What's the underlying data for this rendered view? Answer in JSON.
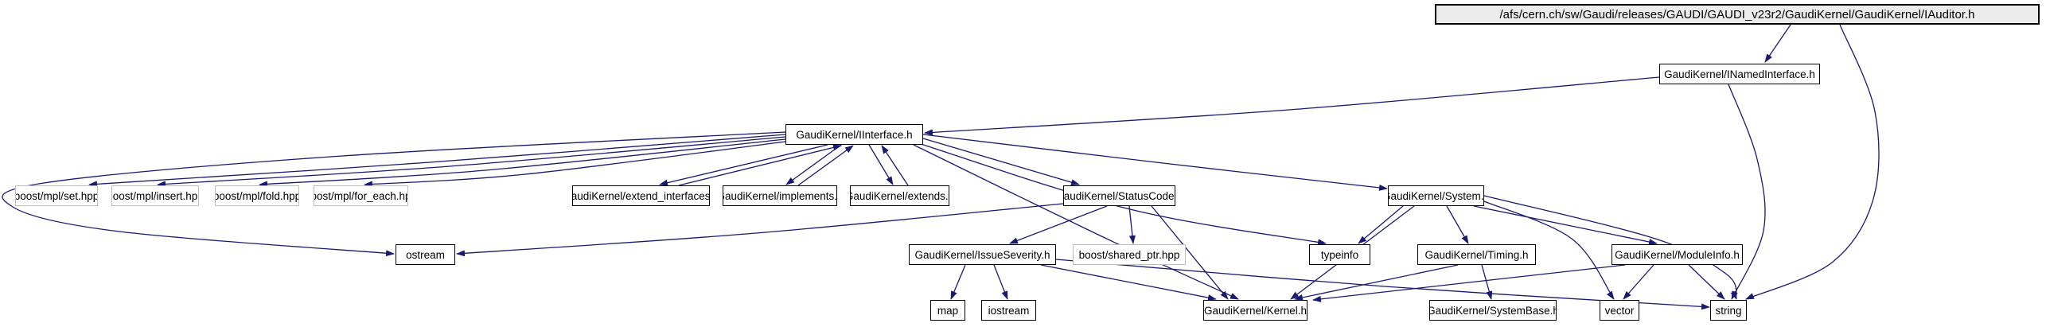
{
  "graph": {
    "kind": "doxygen-include-dependency-graph",
    "colors": {
      "edge": "#191970",
      "node_border": "#000000",
      "external_border": "#bfbfbf",
      "current_fill": "#ececec",
      "node_fill": "#ffffff",
      "text": "#000000",
      "background": "#ffffff"
    },
    "nodes": [
      {
        "id": "iauditor",
        "label": "/afs/cern.ch/sw/Gaudi/releases/GAUDI/GAUDI_v23r2/GaudiKernel/GaudiKernel/IAuditor.h",
        "kind": "current",
        "interactable": false
      },
      {
        "id": "inamed",
        "label": "GaudiKernel/INamedInterface.h",
        "kind": "internal",
        "interactable": true
      },
      {
        "id": "iface",
        "label": "GaudiKernel/IInterface.h",
        "kind": "internal",
        "interactable": true
      },
      {
        "id": "set",
        "label": "boost/mpl/set.hpp",
        "kind": "external",
        "interactable": false
      },
      {
        "id": "insert",
        "label": "boost/mpl/insert.hpp",
        "kind": "external",
        "interactable": false
      },
      {
        "id": "fold",
        "label": "boost/mpl/fold.hpp",
        "kind": "external",
        "interactable": false
      },
      {
        "id": "foreach",
        "label": "boost/mpl/for_each.hpp",
        "kind": "external",
        "interactable": false
      },
      {
        "id": "extint",
        "label": "GaudiKernel/extend_interfaces.h",
        "kind": "internal",
        "interactable": true
      },
      {
        "id": "impl",
        "label": "GaudiKernel/implements.h",
        "kind": "internal",
        "interactable": true
      },
      {
        "id": "ext",
        "label": "GaudiKernel/extends.h",
        "kind": "internal",
        "interactable": true
      },
      {
        "id": "status",
        "label": "GaudiKernel/StatusCode.h",
        "kind": "internal",
        "interactable": true
      },
      {
        "id": "system",
        "label": "GaudiKernel/System.h",
        "kind": "internal",
        "interactable": true
      },
      {
        "id": "ostream",
        "label": "ostream",
        "kind": "std",
        "interactable": false
      },
      {
        "id": "issue",
        "label": "GaudiKernel/IssueSeverity.h",
        "kind": "internal",
        "interactable": true
      },
      {
        "id": "sharedptr",
        "label": "boost/shared_ptr.hpp",
        "kind": "external",
        "interactable": false
      },
      {
        "id": "typeinfo",
        "label": "typeinfo",
        "kind": "std",
        "interactable": false
      },
      {
        "id": "timing",
        "label": "GaudiKernel/Timing.h",
        "kind": "internal",
        "interactable": true
      },
      {
        "id": "modinfo",
        "label": "GaudiKernel/ModuleInfo.h",
        "kind": "internal",
        "interactable": true
      },
      {
        "id": "map",
        "label": "map",
        "kind": "std",
        "interactable": false
      },
      {
        "id": "iostream",
        "label": "iostream",
        "kind": "std",
        "interactable": false
      },
      {
        "id": "kernel",
        "label": "GaudiKernel/Kernel.h",
        "kind": "internal",
        "interactable": true
      },
      {
        "id": "sysbase",
        "label": "GaudiKernel/SystemBase.h",
        "kind": "internal",
        "interactable": true
      },
      {
        "id": "vector",
        "label": "vector",
        "kind": "std",
        "interactable": false
      },
      {
        "id": "string",
        "label": "string",
        "kind": "std",
        "interactable": false
      }
    ],
    "edges": [
      {
        "from": "iauditor",
        "to": "inamed"
      },
      {
        "from": "iauditor",
        "to": "string"
      },
      {
        "from": "inamed",
        "to": "iface"
      },
      {
        "from": "inamed",
        "to": "string"
      },
      {
        "from": "iface",
        "to": "set"
      },
      {
        "from": "iface",
        "to": "insert"
      },
      {
        "from": "iface",
        "to": "fold"
      },
      {
        "from": "iface",
        "to": "foreach"
      },
      {
        "from": "iface",
        "to": "ostream"
      },
      {
        "from": "iface",
        "to": "extint"
      },
      {
        "from": "extint",
        "to": "iface"
      },
      {
        "from": "iface",
        "to": "impl"
      },
      {
        "from": "impl",
        "to": "iface"
      },
      {
        "from": "iface",
        "to": "ext"
      },
      {
        "from": "ext",
        "to": "iface"
      },
      {
        "from": "iface",
        "to": "status"
      },
      {
        "from": "iface",
        "to": "typeinfo"
      },
      {
        "from": "iface",
        "to": "system"
      },
      {
        "from": "iface",
        "to": "kernel"
      },
      {
        "from": "status",
        "to": "ostream"
      },
      {
        "from": "status",
        "to": "issue"
      },
      {
        "from": "status",
        "to": "sharedptr"
      },
      {
        "from": "status",
        "to": "kernel"
      },
      {
        "from": "issue",
        "to": "map"
      },
      {
        "from": "issue",
        "to": "iostream"
      },
      {
        "from": "issue",
        "to": "kernel"
      },
      {
        "from": "issue",
        "to": "string"
      },
      {
        "from": "system",
        "to": "typeinfo"
      },
      {
        "from": "system",
        "to": "kernel"
      },
      {
        "from": "system",
        "to": "timing"
      },
      {
        "from": "system",
        "to": "modinfo"
      },
      {
        "from": "system",
        "to": "vector"
      },
      {
        "from": "system",
        "to": "string"
      },
      {
        "from": "timing",
        "to": "kernel"
      },
      {
        "from": "timing",
        "to": "sysbase"
      },
      {
        "from": "modinfo",
        "to": "kernel"
      },
      {
        "from": "modinfo",
        "to": "vector"
      },
      {
        "from": "modinfo",
        "to": "string"
      }
    ]
  }
}
